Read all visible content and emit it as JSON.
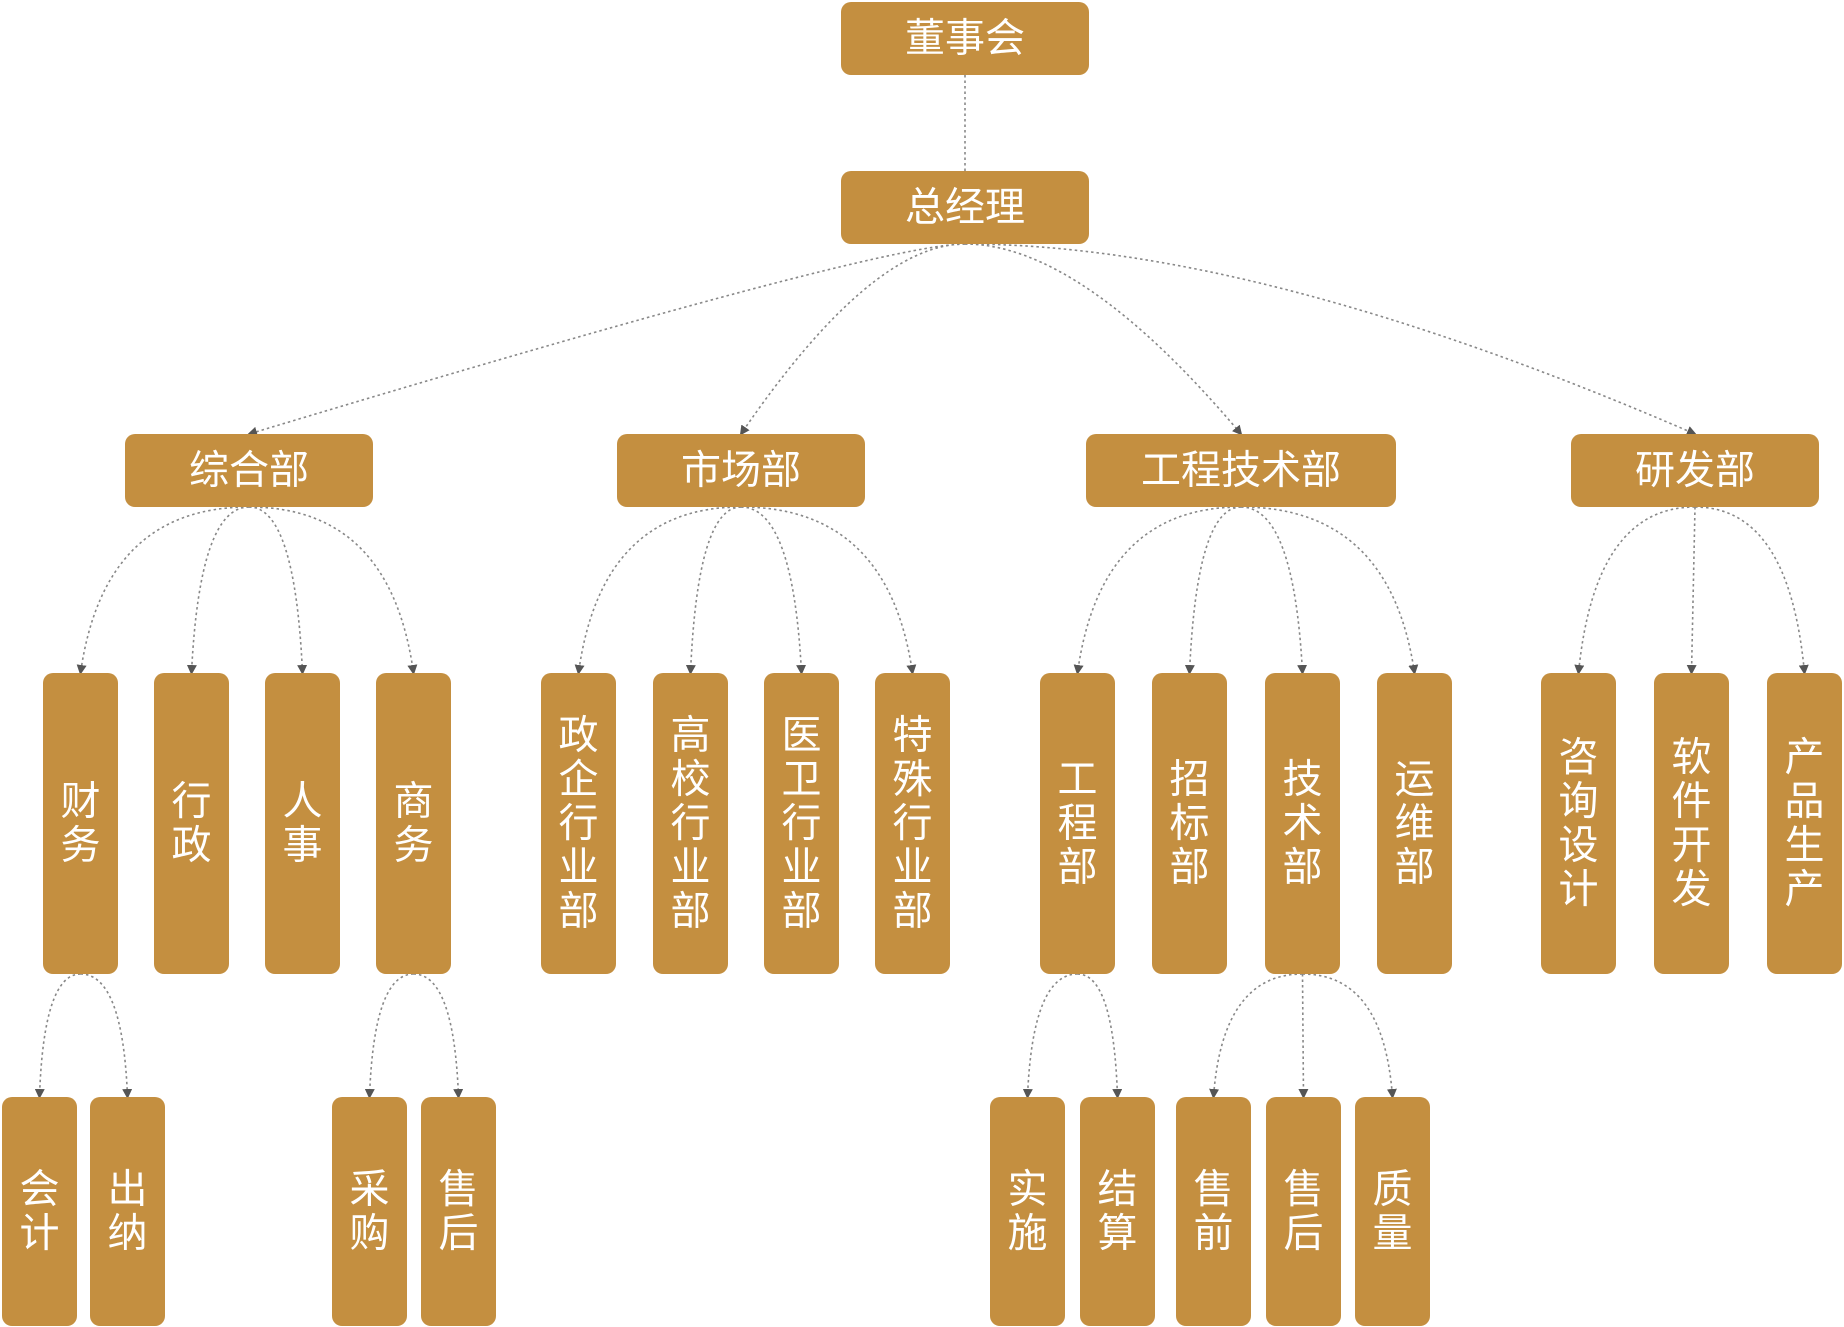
{
  "box_color": "#C48F40",
  "text_color": "#FFFFFF",
  "connector_color": "#888888",
  "board": "董事会",
  "gm": "总经理",
  "departments": [
    {
      "name": "综合部",
      "subs": [
        {
          "name": "财务",
          "subs": [
            "会计",
            "出纳"
          ]
        },
        {
          "name": "行政",
          "subs": []
        },
        {
          "name": "人事",
          "subs": []
        },
        {
          "name": "商务",
          "subs": [
            "采购",
            "售后"
          ]
        }
      ]
    },
    {
      "name": "市场部",
      "subs": [
        {
          "name": "政企行业部",
          "subs": []
        },
        {
          "name": "高校行业部",
          "subs": []
        },
        {
          "name": "医卫行业部",
          "subs": []
        },
        {
          "name": "特殊行业部",
          "subs": []
        }
      ]
    },
    {
      "name": "工程技术部",
      "subs": [
        {
          "name": "工程部",
          "subs": [
            "实施",
            "结算"
          ]
        },
        {
          "name": "招标部",
          "subs": []
        },
        {
          "name": "技术部",
          "subs": [
            "售前",
            "售后",
            "质量"
          ]
        },
        {
          "name": "运维部",
          "subs": []
        }
      ]
    },
    {
      "name": "研发部",
      "subs": [
        {
          "name": "咨询设计",
          "subs": []
        },
        {
          "name": "软件开发",
          "subs": []
        },
        {
          "name": "产品生产",
          "subs": []
        }
      ]
    }
  ]
}
